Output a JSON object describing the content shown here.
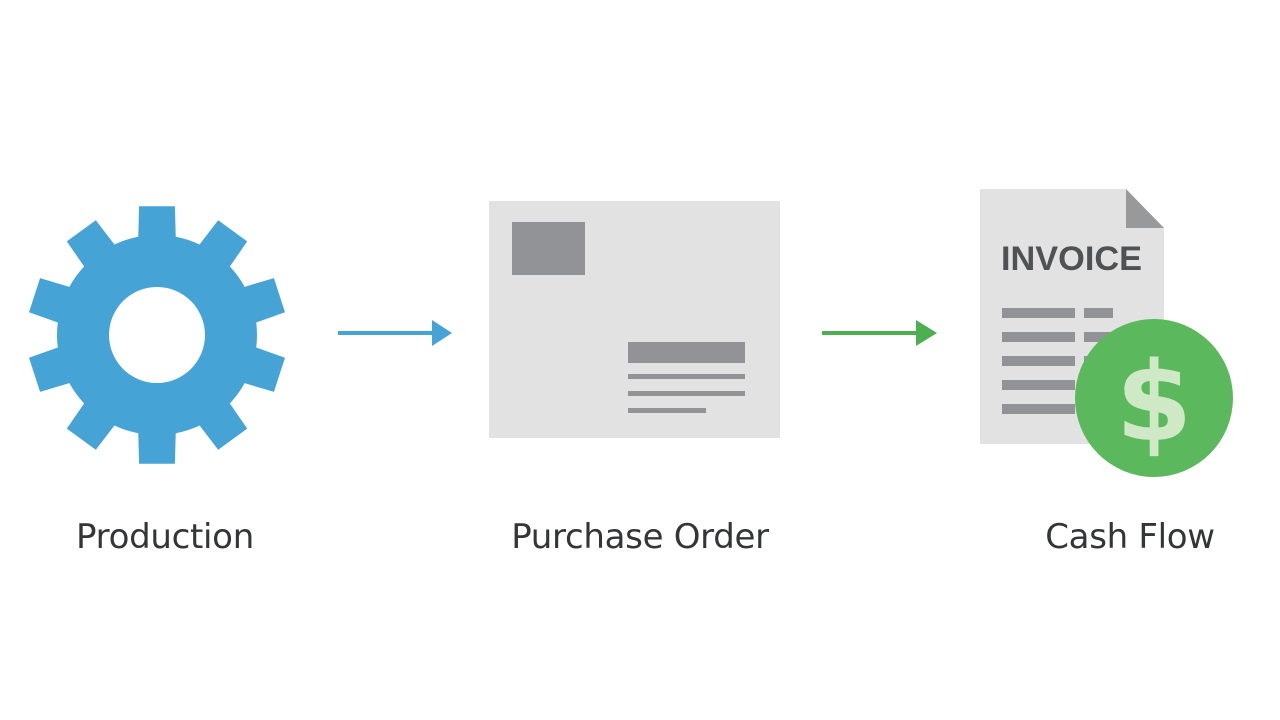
{
  "colors": {
    "gear": "#45a3d6",
    "arrow_blue": "#45a3d6",
    "arrow_green": "#4caf50",
    "paper": "#e2e2e2",
    "paper_fold": "#97999b",
    "bars_dark": "#919396",
    "invoice_text": "#4f5254",
    "coin": "#5cb85c",
    "coin_symbol": "#cfe8c5",
    "label_text": "#333537"
  },
  "icons": {
    "production": "gear-icon",
    "purchase_order": "envelope-icon",
    "cash_flow": "invoice-dollar-icon"
  },
  "steps": {
    "production": {
      "label": "Production"
    },
    "purchase_order": {
      "label": "Purchase Order"
    },
    "cash_flow": {
      "label": "Cash Flow",
      "invoice_title": "INVOICE",
      "coin_symbol": "$"
    }
  }
}
